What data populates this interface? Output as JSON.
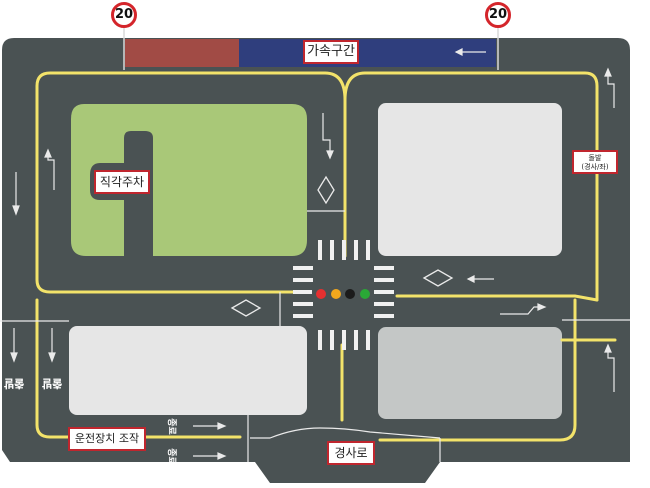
{
  "speed_limit_left": "20",
  "speed_limit_right": "20",
  "labels": {
    "accel_section": "가속구간",
    "right_angle_parking": "직각주차",
    "curve_section_top": "돌발",
    "curve_section_bottom": "(경사/좌)",
    "driving_controls": "운전장치 조작",
    "slope": "경사로"
  },
  "road_text": {
    "start_left": "출발",
    "start_right": "출발",
    "finish_top": "종료",
    "finish_bottom": "종료"
  },
  "traffic_light": {
    "colors": [
      "#e53030",
      "#f2a81d",
      "#1b1b1b",
      "#2aa836"
    ]
  },
  "colors": {
    "asphalt": "#4a5253",
    "lane_yellow": "#f3e36a",
    "grass": "#a9c878",
    "block": "#e6e6e6",
    "block_dark": "#c4c7c6",
    "accel_blue": "#2f3e7d",
    "accel_red": "#a14b45"
  }
}
